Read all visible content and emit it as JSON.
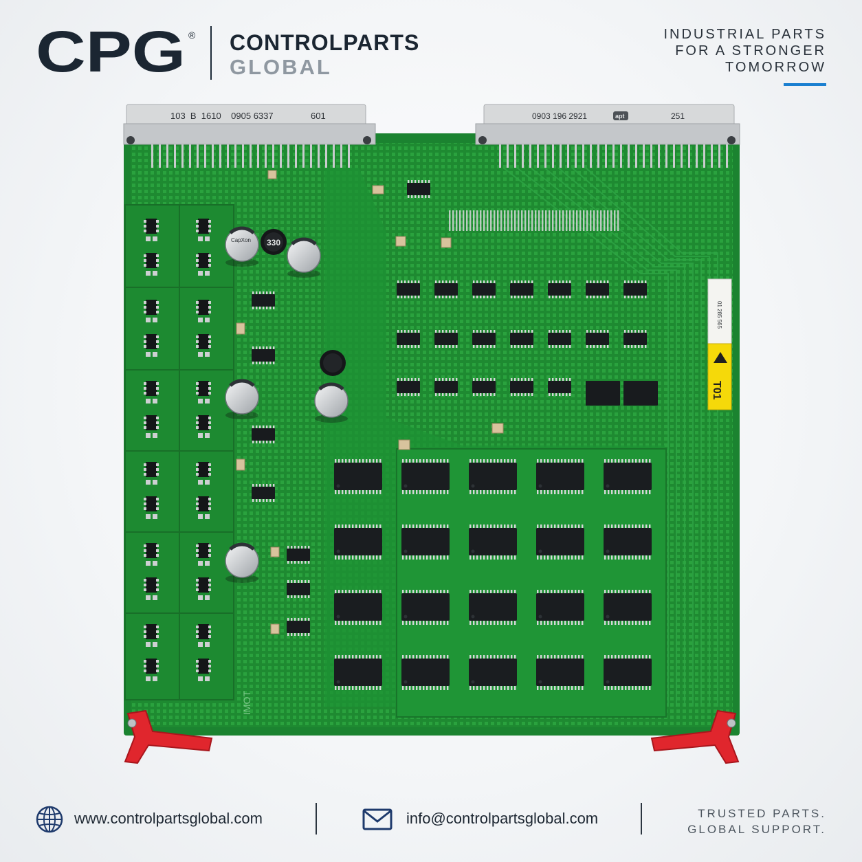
{
  "brand": {
    "logo_text": "CPG",
    "registered_mark": "®",
    "name_line1": "CONTROLPARTS",
    "name_line2": "GLOBAL"
  },
  "tagline": {
    "line1": "INDUSTRIAL PARTS",
    "line2": "FOR A STRONGER",
    "line3": "TOMORROW"
  },
  "board": {
    "left_connector_label": "103  B  1610    0905 6337",
    "left_connector_suffix": "601",
    "right_connector_label": "0903 196 2921",
    "right_connector_mark": "apt",
    "right_connector_suffix": "251",
    "capacitor_label": "330",
    "cap_brand": "CapXon",
    "pcb_marking": "IMOT",
    "side_sticker_text": "T01",
    "side_label_code": "01 285 565"
  },
  "footer": {
    "website": "www.controlpartsglobal.com",
    "email": "info@controlpartsglobal.com",
    "tag_line1": "TRUSTED PARTS.",
    "tag_line2": "GLOBAL SUPPORT."
  },
  "colors": {
    "brand_dark": "#1b2632",
    "brand_grey": "#8f98a1",
    "accent_blue": "#1a7fd0",
    "pcb_green": "#1f8a32",
    "latch_red": "#e0262d"
  }
}
